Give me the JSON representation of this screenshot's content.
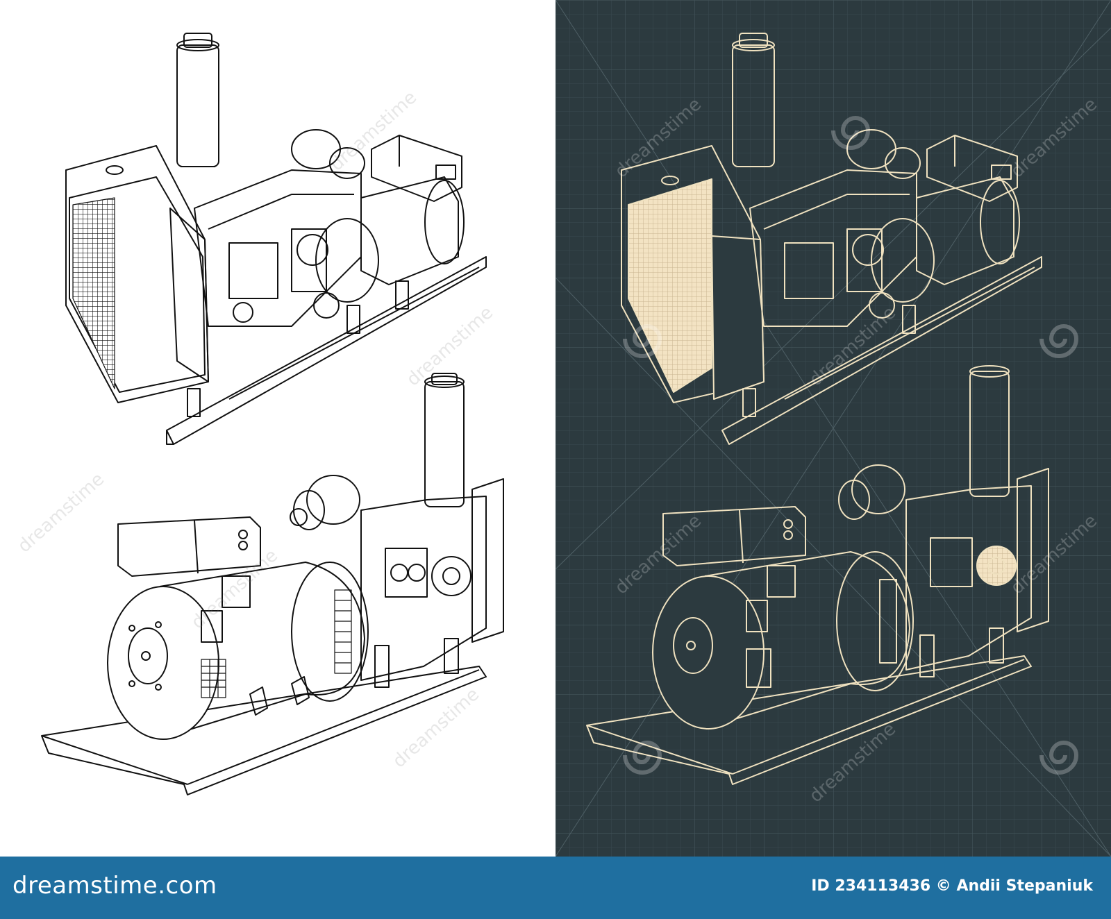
{
  "panels": {
    "left_theme": "white background, black line art",
    "right_theme": "dark blueprint background, cream line art"
  },
  "colors": {
    "left_bg": "#ffffff",
    "left_line": "#111111",
    "right_bg": "#2c3a3f",
    "right_line": "#f0e2c0",
    "right_fill": "#f3e3c3",
    "footer_bg": "#1f6fa0",
    "footer_text": "#ffffff"
  },
  "watermark": {
    "text": "dreamstime"
  },
  "footer": {
    "brand": "dreamstime.com",
    "credit": "ID 234113436 © Andii Stepaniuk"
  }
}
